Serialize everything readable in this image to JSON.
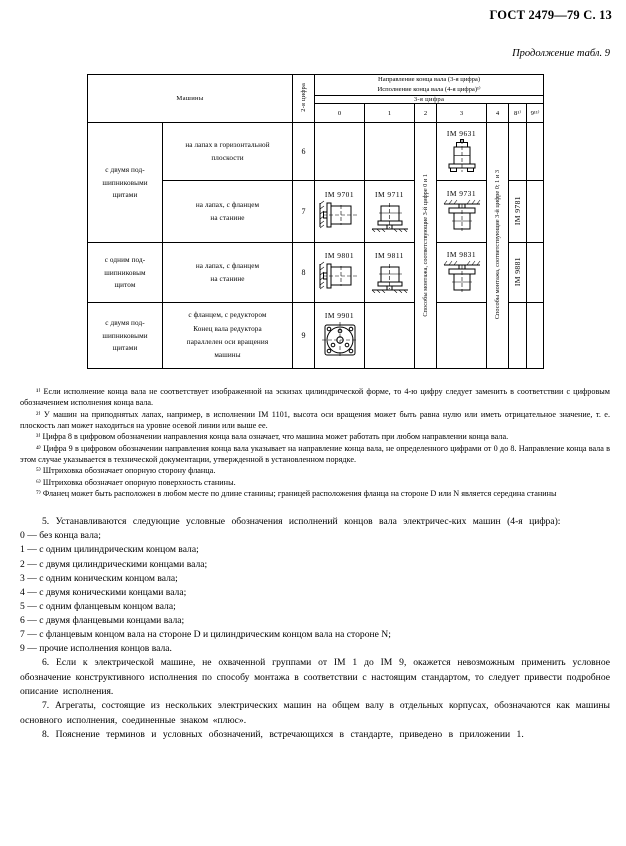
{
  "header": {
    "standard": "ГОСТ 2479—79",
    "page_label": "С. 13",
    "continuation": "Продолжение табл. 9"
  },
  "table": {
    "col_machines": "Машины",
    "col_digit2": "2-я цифра",
    "col_direction_line1": "Направление конца вала (3-я цифра)",
    "col_direction_line2": "Исполнение конца вала (4-я цифра)¹⁾",
    "col_digit3": "3-я цифра",
    "digit_columns": [
      "0",
      "1",
      "2",
      "3",
      "4",
      "8¹⁾",
      "9¹¹⁾"
    ],
    "vertical_note_1": "Способы монтажа, соответствующие 3-й цифре 0 и 1",
    "vertical_note_2": "Способы монтажа, соответствующие 3-й цифре 0; 1 и 3",
    "rows": [
      {
        "group": "с двумя под-\nшипниковыми\nщитами",
        "desc": "на лапах в горизонтальной\nплоскости",
        "digit": "6",
        "c0": "",
        "c1": "",
        "c3": "IM 9631",
        "c8": ""
      },
      {
        "group": "",
        "desc": "на лапах, с фланцем\nна станине",
        "digit": "7",
        "c0": "IM 9701",
        "c1": "IM 9711",
        "c3": "IM 9731",
        "c8": "IM 9781"
      },
      {
        "group": "с одним под-\nшипниковым\nщитом",
        "desc": "на лапах, с фланцем\nна станине",
        "digit": "8",
        "c0": "IM 9801",
        "c1": "IM 9811",
        "c3": "IM 9831",
        "c8": "IM 9881"
      },
      {
        "group": "с двумя под-\nшипниковыми\nщитами",
        "desc": "с фланцем, с редуктором\nКонец вала редуктора\nпараллелен оси вращения\nмашины",
        "digit": "9",
        "c0": "IM 9901",
        "c1": "",
        "c3": "",
        "c8": ""
      }
    ]
  },
  "footnotes": [
    "¹⁾ Если исполнение конца вала не соответствует изображенной   на эскизах   цилиндрической форме, то 4-ю цифру следует заменить в соответствии с цифровым обозначением исполнения конца вала.",
    "²⁾ У машин на приподнятых лапах, например, в исполнении    IM 1101, высота оси вращения может быть равна нулю или иметь отрицательное значение, т. е. плоскость лап может находиться на уровне осевой линии или выше ее.",
    "³⁾ Цифра 8 в цифровом обозначении направления конца вала означает, что машина может работать при любом направлении конца вала.",
    "⁴⁾ Цифра 9  в  цифровом   обозначении   направления конца вала указывает на направление конца вала, не определенного цифрами от 0 до 8. Направление конца вала в этом случае указывается в технической документации, утвержденной в установленном порядке.",
    "⁵⁾ Штриховка обозначает опорную сторону фланца.",
    "⁶⁾ Штриховка обозначает опорную поверхность станины.",
    "⁷⁾ Фланец может быть расположен в любом месте по длине станины; границей расположения фланца на стороне D или N является середина станины"
  ],
  "paragraphs": {
    "p5": "5. Устанавливаются   следующие   условные обозначения исполнений концов вала   электричес-ких машин (4-я цифра):",
    "shaft_list": [
      "0 — без конца вала;",
      "1 — с одним цилиндрическим концом вала;",
      "2 — с двумя цилиндрическими концами вала;",
      "3 — с одним коническим концом вала;",
      "4 — с двумя коническими концами вала;",
      "5 — с одним фланцевым концом вала;",
      "6 — с двумя фланцевыми концами вала;",
      "7 — с фланцевым   концом вала на стороне D и   цилиндрическим концом вала на стороне N;",
      "9 — прочие исполнения концов вала."
    ],
    "p6": "6. Если к электрической машине, не охваченной   группами от IM 1 до IM 9, окажется невозможным   применить   условное обозначение конструктивного   исполнения по способу монтажа в соответствии с настоящим стандартом, то следует привести    подробное описание исполнения.",
    "p7": "7. Агрегаты, состоящие из нескольких электрических    машин на общем валу в отдельных корпусах, обозначаются как машины основного исполнения, соединенные знаком «плюс».",
    "p8": "8. Пояснение терминов и условных обозначений,    встречающихся в стандарте,    приведено в приложении 1."
  }
}
